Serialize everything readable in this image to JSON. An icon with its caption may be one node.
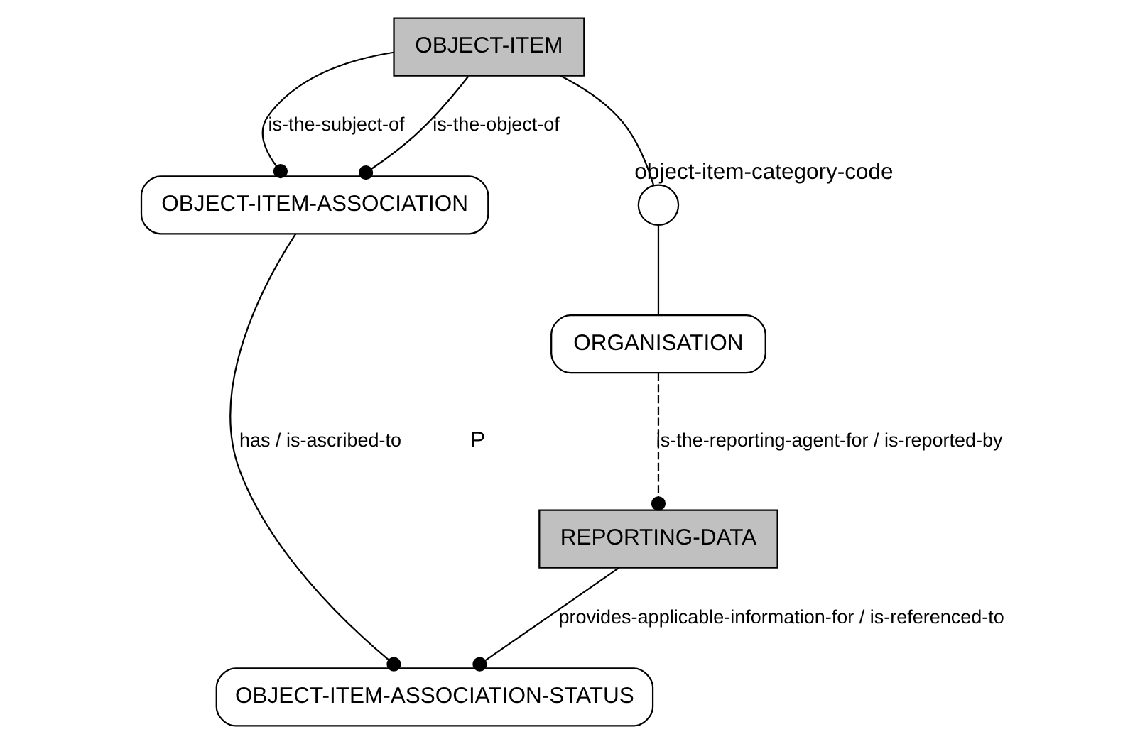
{
  "diagram": {
    "nodes": [
      {
        "text": [
          "OBJECT-ITEM"
        ]
      },
      {
        "text": [
          "OBJECT-ITEM-ASSOCIATION"
        ]
      },
      {
        "text": [],
        "shape": "circle",
        "beside": [
          "object-item-category-code"
        ]
      },
      {
        "text": [
          "ORGANISATION"
        ]
      },
      {
        "text": [
          "OBJECT-ITEM-ASSOCIATION-STATUS"
        ]
      },
      {
        "text": [
          "REPORTING-DATA"
        ]
      }
    ],
    "edges": [
      {
        "from": 0,
        "to": 1,
        "arrow": "other",
        "label": "is-the-subject-of"
      },
      {
        "from": 0,
        "to": 1,
        "arrow": "other",
        "label": "is-the-object-of"
      },
      {
        "from": 0,
        "to": 2,
        "arrow": "none"
      },
      {
        "from": 2,
        "to": 3,
        "arrow": "none"
      },
      {
        "from": 1,
        "to": 4,
        "arrow": "other",
        "label": "has / is-ascribed-to"
      },
      {
        "from": 5,
        "to": 4,
        "arrow": "other",
        "label": "provides-applicable-information-for / is-referenced-to"
      },
      {
        "from": 3,
        "to": 5,
        "arrow": "other",
        "label": "is-the-reporting-agent-for / is-reported-by",
        "style": "dashed"
      }
    ],
    "labels": [
      "P"
    ]
  }
}
